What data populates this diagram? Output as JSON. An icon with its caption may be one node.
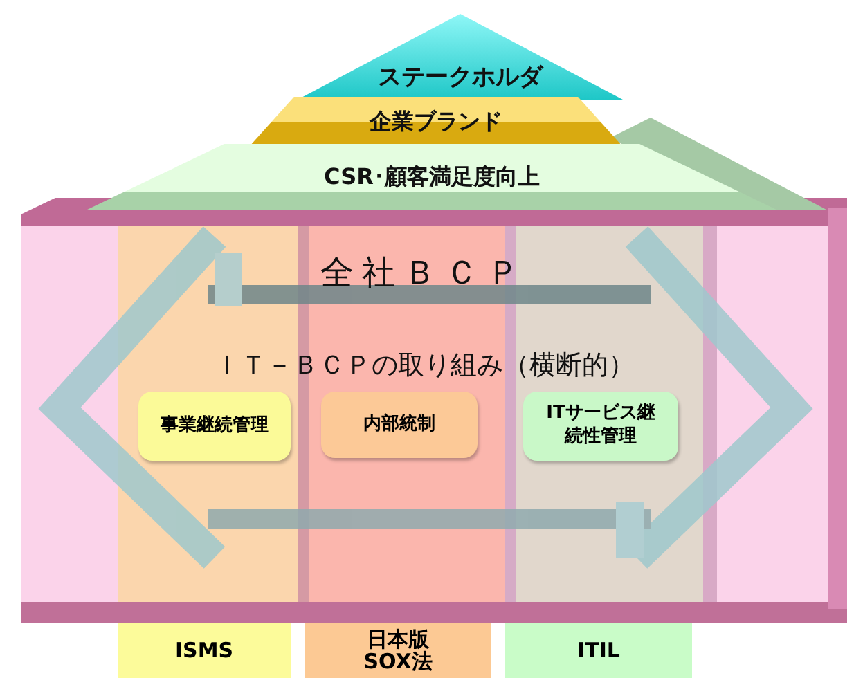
{
  "diagram": {
    "nodes": [
      {
        "text": [
          "ステークホルダ"
        ]
      },
      {
        "text": [
          "企業ブランド"
        ]
      },
      {
        "text": [
          "CSR･顧客満足度向上"
        ]
      },
      {
        "text": [
          "全社ＢＣＰ",
          "ＩＴ－ＢＣＰの取り組み（横断的）"
        ]
      },
      {
        "text": [
          "事業継続管理"
        ],
        "in": 3
      },
      {
        "text": [
          "内部統制"
        ],
        "in": 3
      },
      {
        "text": [
          "ITサービス継続性管理"
        ],
        "in": 3
      },
      {
        "text": [
          "ISMS"
        ]
      },
      {
        "text": [
          "日本版SOX法"
        ]
      },
      {
        "text": [
          "ITIL"
        ]
      }
    ],
    "edges": []
  }
}
